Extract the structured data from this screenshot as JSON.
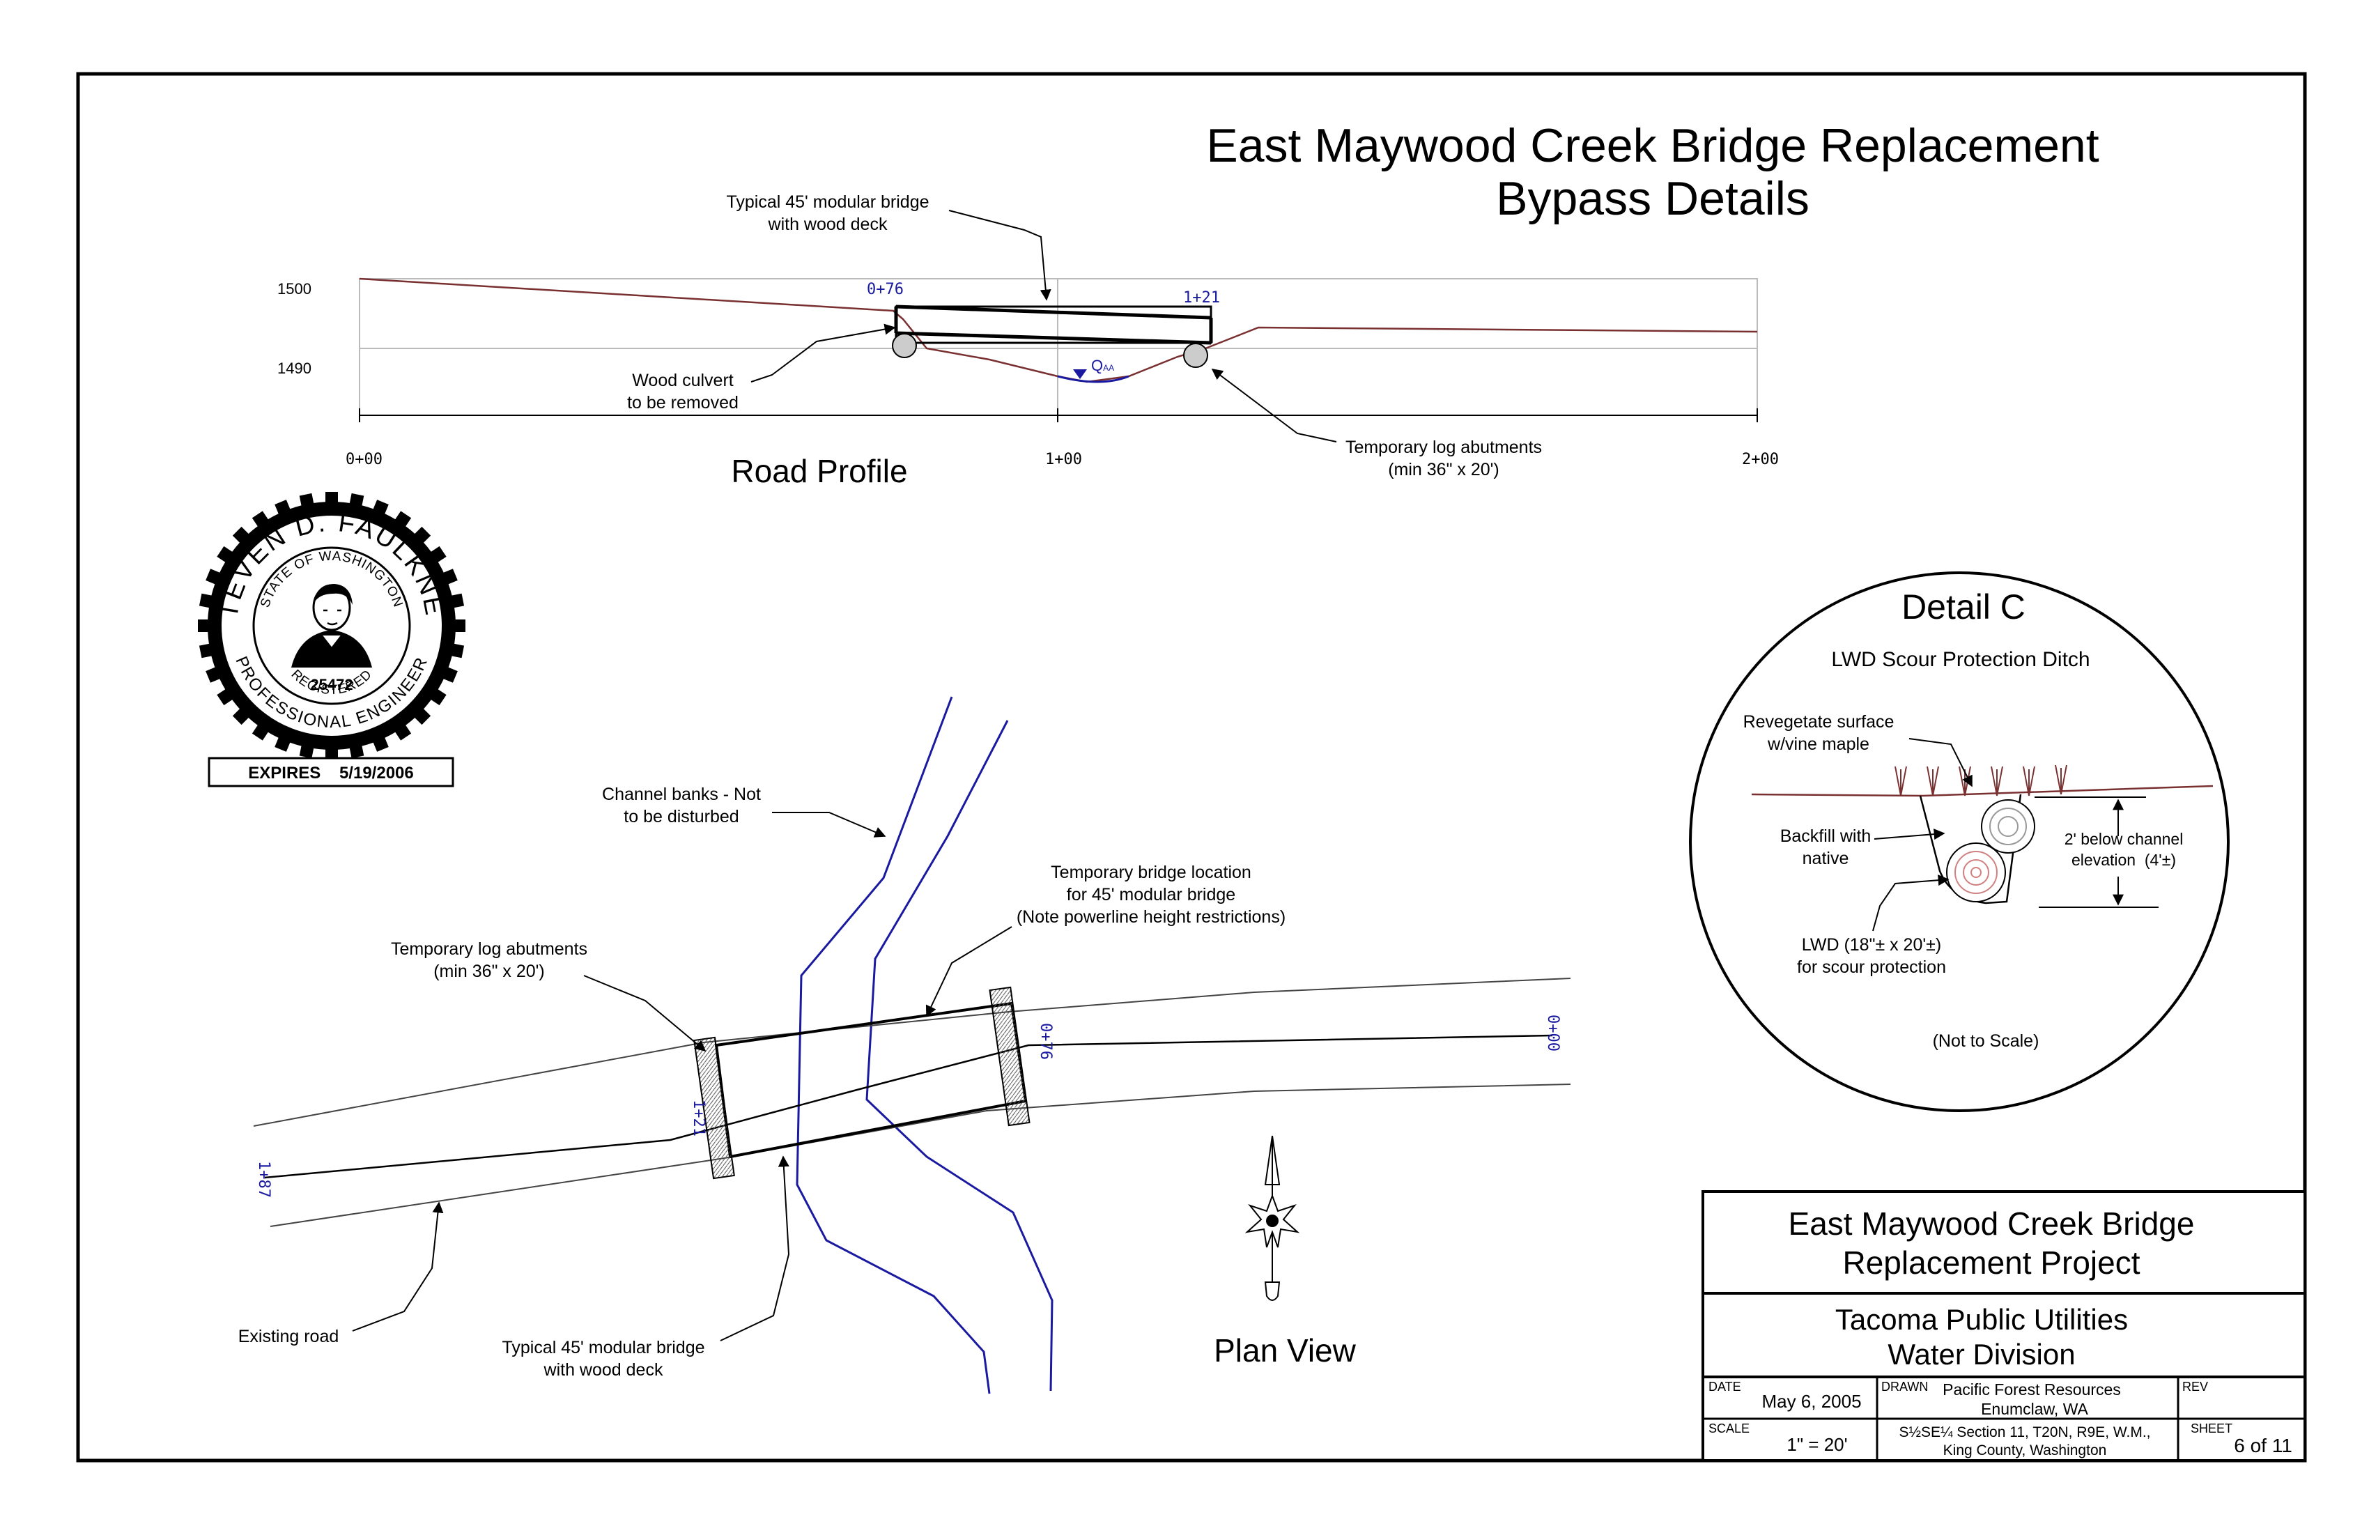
{
  "title": {
    "line1": "East Maywood Creek Bridge Replacement",
    "line2": "Bypass Details"
  },
  "road_profile": {
    "label": "Road Profile",
    "elev_1500": "1500",
    "elev_1490": "1490",
    "sta_start": "0+00",
    "sta_mid": "1+00",
    "sta_end": "2+00",
    "sta_bridge_left": "0+76",
    "sta_bridge_right": "1+21",
    "flow_label": "Q",
    "flow_sub": "AA",
    "note_bridge": [
      "Typical 45' modular bridge",
      "with wood deck"
    ],
    "note_culvert": [
      "Wood culvert",
      "to be removed"
    ],
    "note_abutments": [
      "Temporary log abutments",
      "(min 36\" x 20')"
    ]
  },
  "seal": {
    "name": "STEVEN D. FAULKNER",
    "state": "STATE OF WASHINGTON",
    "number": "25472",
    "registered": "REGISTERED",
    "profession": "PROFESSIONAL ENGINEER",
    "expires": "EXPIRES    5/19/2006"
  },
  "detail_c": {
    "title": "Detail C",
    "subtitle": "LWD Scour Protection Ditch",
    "note_revegetate": [
      "Revegetate surface",
      "w/vine maple"
    ],
    "note_backfill": [
      "Backfill with",
      "native"
    ],
    "note_depth": [
      "2' below channel",
      "elevation  (4'±)"
    ],
    "note_lwd": [
      "LWD (18\"± x 20'±)",
      "for scour protection"
    ],
    "scale_note": "(Not to Scale)"
  },
  "plan_view": {
    "label": "Plan View",
    "note_channel": [
      "Channel banks - Not",
      "to be disturbed"
    ],
    "note_temp_bridge": [
      "Temporary bridge location",
      "for 45' modular bridge",
      "(Note powerline height restrictions)"
    ],
    "note_abutments": [
      "Temporary log abutments",
      "(min 36\" x 20')"
    ],
    "note_existing_road": "Existing road",
    "note_bridge": [
      "Typical 45' modular bridge",
      "with wood deck"
    ],
    "sta_000": "0+00",
    "sta_076": "0+76",
    "sta_121": "1+21",
    "sta_187": "1+87"
  },
  "title_block": {
    "project": [
      "East Maywood Creek Bridge",
      "Replacement Project"
    ],
    "client": [
      "Tacoma Public Utilities",
      "Water Division"
    ],
    "date_label": "DATE",
    "date_value": "May 6, 2005",
    "drawn_label": "DRAWN",
    "drawn_value": [
      "Pacific Forest Resources",
      "Enumclaw, WA"
    ],
    "rev_label": "REV",
    "rev_value": "",
    "scale_label": "SCALE",
    "scale_value": "1\" = 20'",
    "location": [
      "S½SE¼ Section 11, T20N, R9E, W.M.,",
      "King County, Washington"
    ],
    "sheet_label": "SHEET",
    "sheet_value": "6 of 11"
  },
  "colors": {
    "ground_line": "#7a3030",
    "channel_line": "#1a1aa0",
    "station_text": "#1a1aa0"
  }
}
